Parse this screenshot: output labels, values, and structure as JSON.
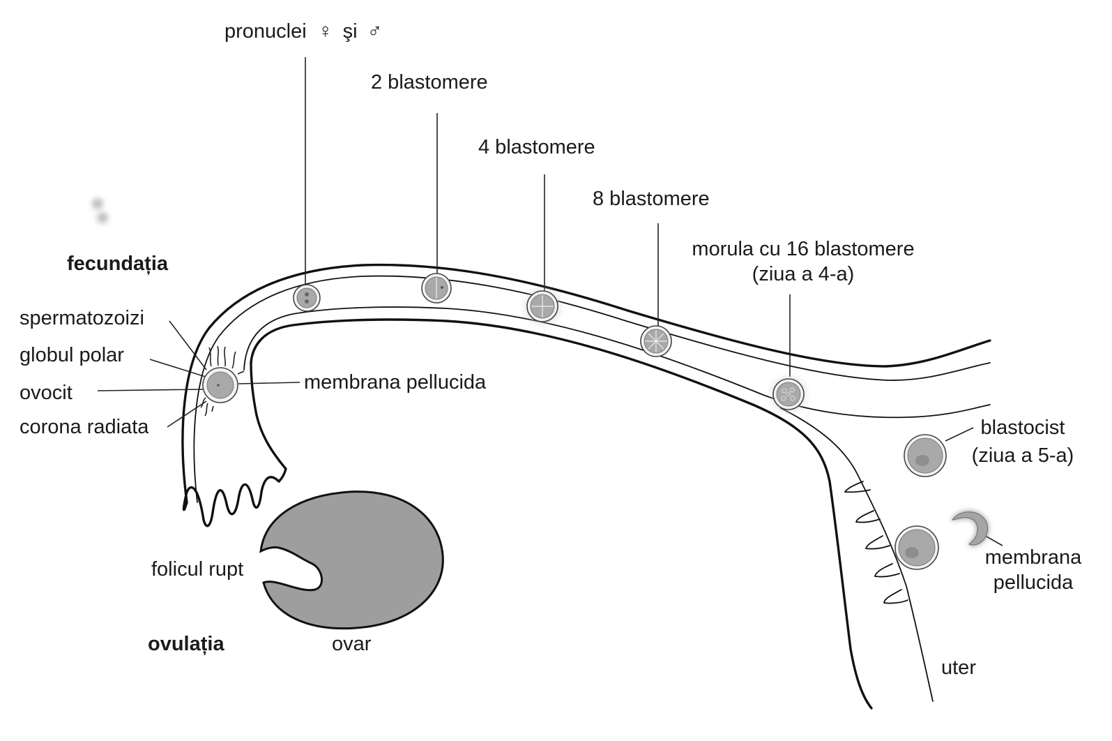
{
  "labels": {
    "pronuclei": "pronuclei",
    "female_symbol": "♀",
    "si": "şi",
    "male_symbol": "♂",
    "two_blastomeres": "2 blastomere",
    "four_blastomeres": "4 blastomere",
    "eight_blastomeres": "8 blastomere",
    "morula_line1": "morula cu 16 blastomere",
    "morula_line2": "(ziua a 4-a)",
    "fecundatia": "fecundația",
    "spermatozoizi": "spermatozoizi",
    "globul_polar": "globul polar",
    "ovocit": "ovocit",
    "corona_radiata": "corona radiata",
    "membrana_pellucida_left": "membrana pellucida",
    "blastocist_line1": "blastocist",
    "blastocist_line2": "(ziua a 5-a)",
    "membrana_pellucida_right_line1": "membrana",
    "membrana_pellucida_right_line2": "pellucida",
    "folicul_rupt": "folicul rupt",
    "ovulatia": "ovulația",
    "ovar": "ovar",
    "uter": "uter"
  },
  "colors": {
    "ovary_fill": "#9e9e9e",
    "cell_fill": "#a9a9a9",
    "outline": "#111111"
  }
}
